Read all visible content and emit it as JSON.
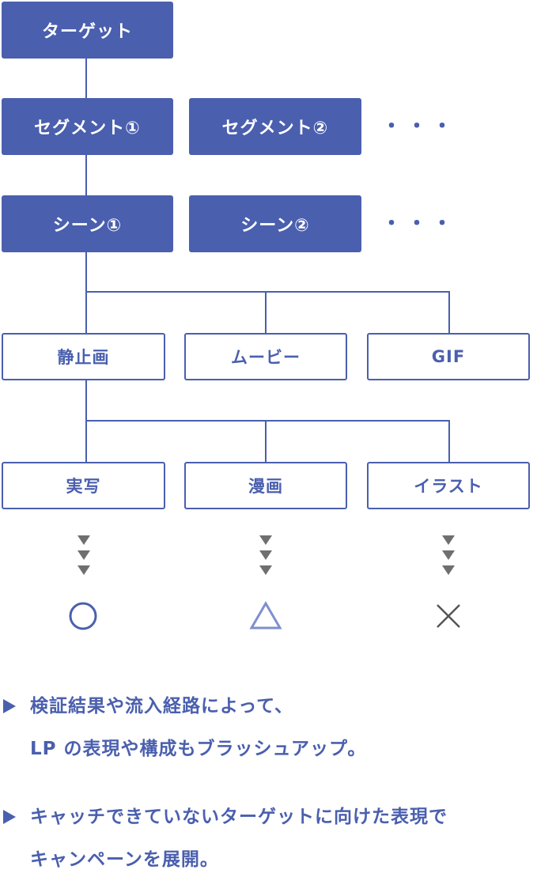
{
  "colors": {
    "accent": "#4a5fae",
    "arrow": "#6f6f6f",
    "cross": "#555555"
  },
  "target": {
    "label": "ターゲット"
  },
  "segments": [
    {
      "label": "セグメント①"
    },
    {
      "label": "セグメント②"
    }
  ],
  "scenes": [
    {
      "label": "シーン①"
    },
    {
      "label": "シーン②"
    }
  ],
  "ellipsis": "・・・",
  "media": [
    {
      "label": "静止画"
    },
    {
      "label": "ムービー"
    },
    {
      "label": "GIF"
    }
  ],
  "styles": [
    {
      "label": "実写"
    },
    {
      "label": "漫画"
    },
    {
      "label": "イラスト"
    }
  ],
  "results": [
    {
      "icon": "circle-icon"
    },
    {
      "icon": "triangle-icon"
    },
    {
      "icon": "cross-icon"
    }
  ],
  "notes": [
    {
      "line1": "検証結果や流入経路によって、",
      "line2": "LP の表現や構成もブラッシュアップ。"
    },
    {
      "line1": "キャッチできていないターゲットに向けた表現で",
      "line2": "キャンペーンを展開。"
    }
  ]
}
